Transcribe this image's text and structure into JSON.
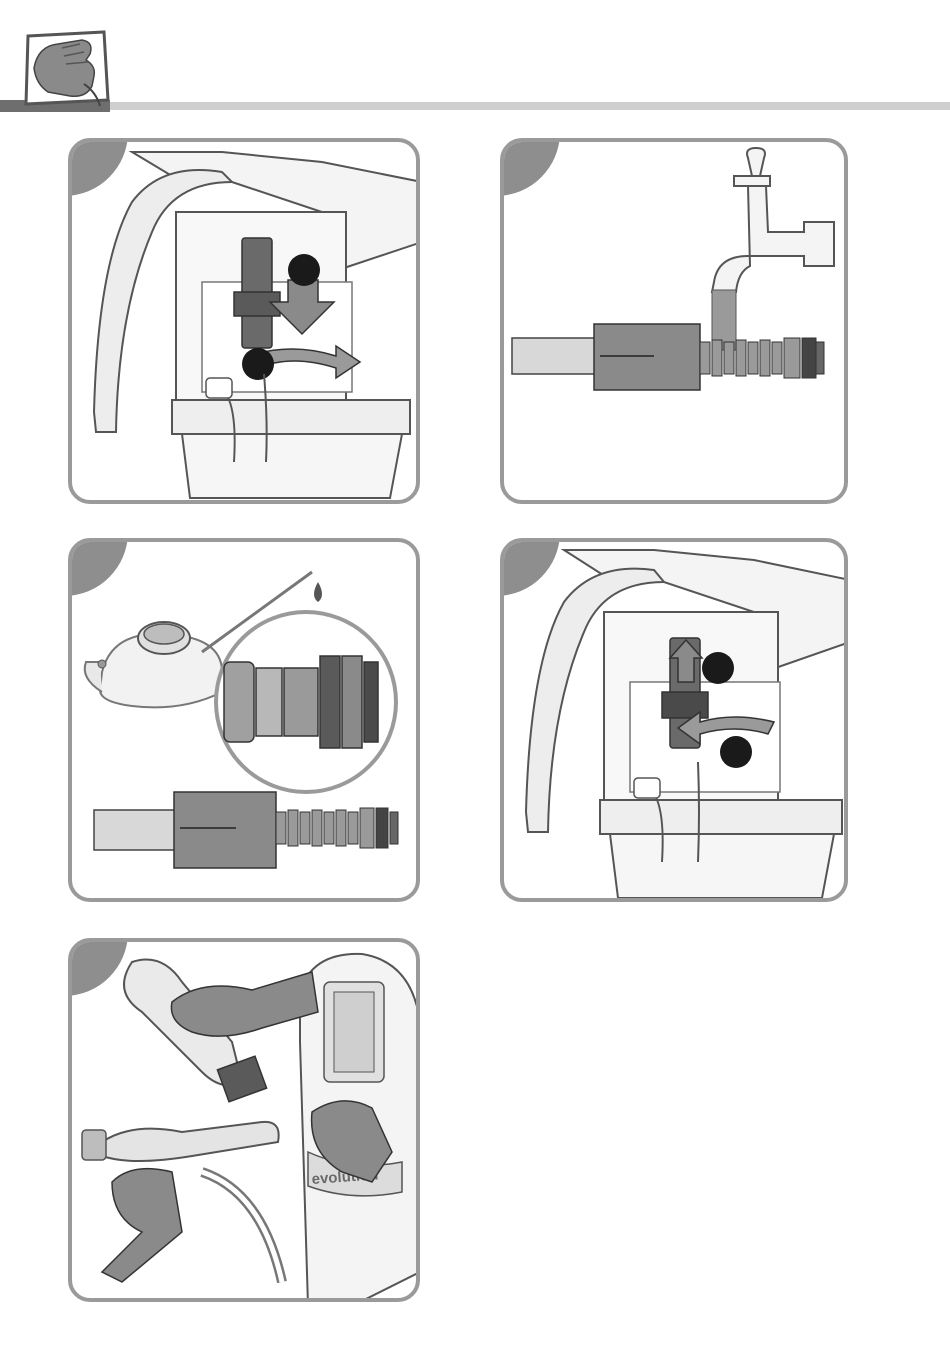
{
  "header": {
    "icon": "wiping-glove-icon"
  },
  "panels": [
    {
      "id": "panel-1",
      "icon": "remove-filter-icon"
    },
    {
      "id": "panel-2",
      "icon": "rinse-under-tap-icon"
    },
    {
      "id": "panel-3",
      "icon": "lubricate-seal-icon"
    },
    {
      "id": "panel-4",
      "icon": "reinsert-filter-icon"
    },
    {
      "id": "panel-5",
      "icon": "wipe-clean-icon"
    }
  ],
  "labels": {
    "brand": "evolution"
  },
  "colors": {
    "step_badge": "#8e8e8e",
    "panel_border": "#9a9a9a",
    "header_dark": "#6e6e6e",
    "header_light": "#cfcfcf"
  }
}
